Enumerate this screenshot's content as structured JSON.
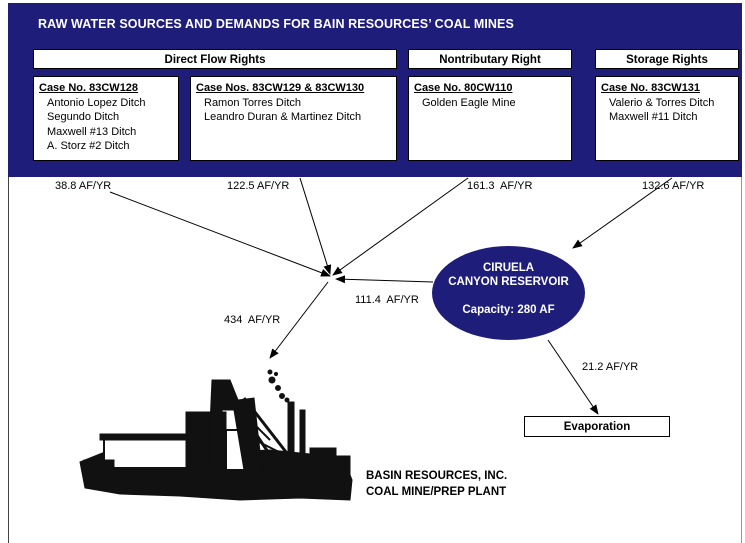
{
  "title": "RAW WATER SOURCES AND DEMANDS FOR BAIN RESOURCES’ COAL MINES",
  "groups": {
    "direct": "Direct Flow Rights",
    "nontrib": "Nontributary Right",
    "storage": "Storage Rights"
  },
  "cases": [
    {
      "case": "Case No. 83CW128",
      "items": [
        "Antonio Lopez Ditch",
        "Segundo Ditch",
        "Maxwell #13 Ditch",
        "A. Storz #2 Ditch"
      ]
    },
    {
      "case": "Case Nos. 83CW129 & 83CW130",
      "items": [
        "Ramon Torres Ditch",
        "Leandro Duran & Martinez Ditch"
      ]
    },
    {
      "case": "Case No. 80CW110",
      "items": [
        "Golden Eagle Mine"
      ]
    },
    {
      "case": "Case No. 83CW131",
      "items": [
        "Valerio & Torres Ditch",
        "Maxwell #11 Ditch"
      ]
    }
  ],
  "flows": {
    "f1": "38.8 AF/YR",
    "f2": "122.5 AF/YR",
    "f3": "161.3  AF/YR",
    "f4": "132.6 AF/YR",
    "f5": "111.4  AF/YR",
    "f6": "434  AF/YR",
    "f7": "21.2 AF/YR"
  },
  "reservoir": {
    "line1": "CIRUELA",
    "line2": "CANYON RESERVOIR",
    "capacity": "Capacity: 280 AF"
  },
  "evaporation": "Evaporation",
  "plant": {
    "line1": "BASIN RESOURCES, INC.",
    "line2": "COAL MINE/PREP PLANT"
  },
  "colors": {
    "banner": "#1f1d7a",
    "reservoir": "#1f1d7a"
  },
  "icons": [
    "coal-mine-plant-silhouette"
  ]
}
